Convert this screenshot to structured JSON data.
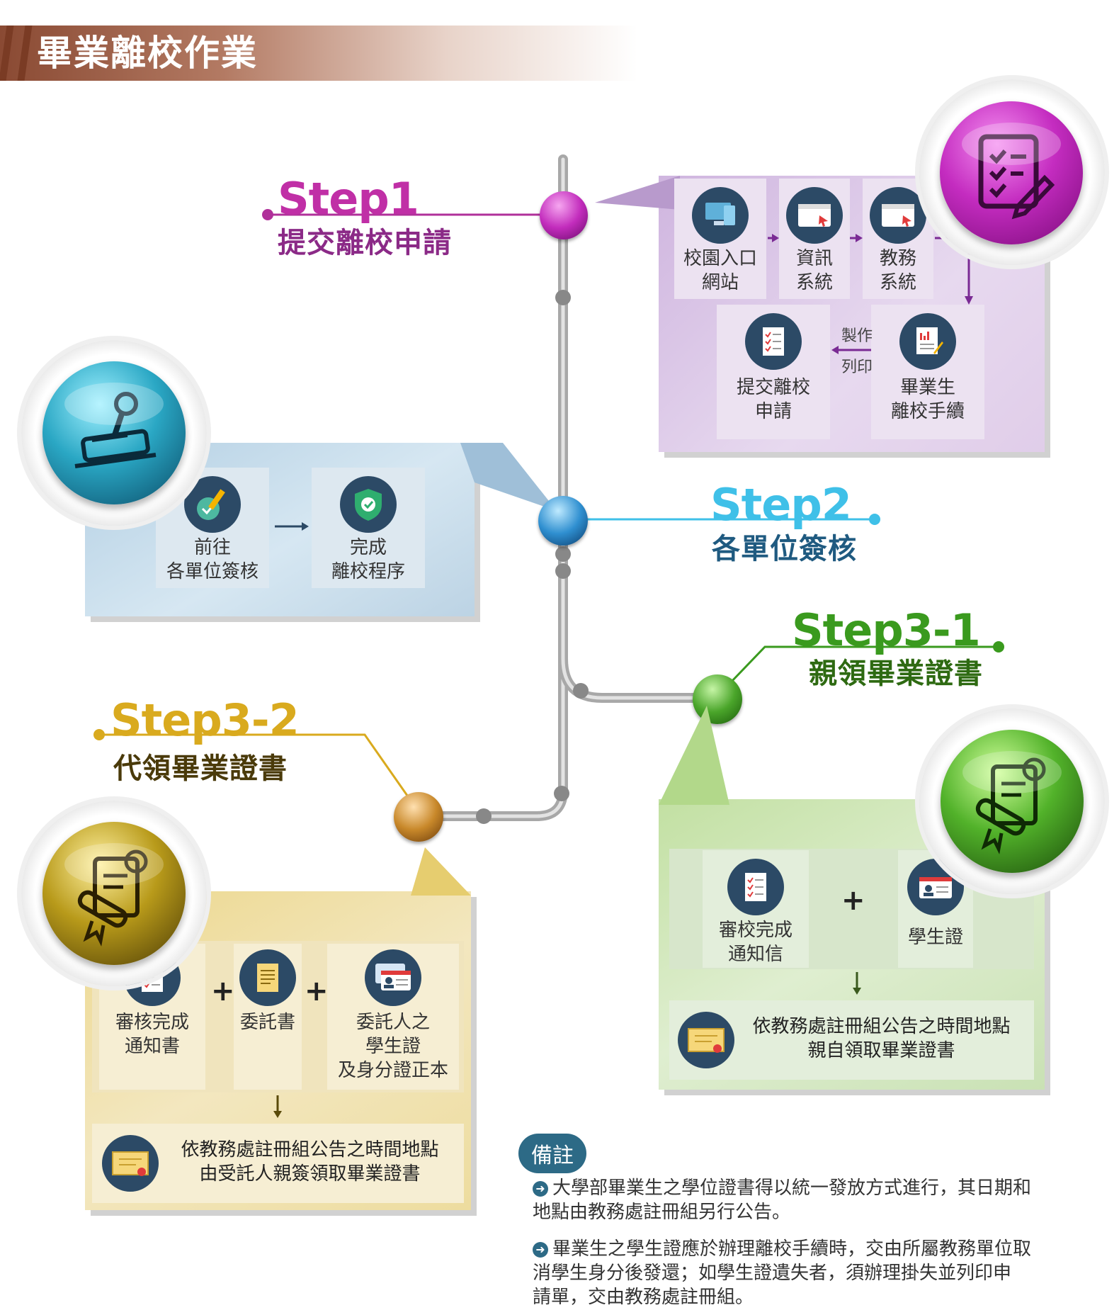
{
  "page_title": "畢業離校作業",
  "step1": {
    "label": "Step1",
    "subtitle": "提交離校申請",
    "cards": {
      "portal": "校園入口\n網站",
      "info_sys": "資訊\n系統",
      "academic_sys": "教務\n系統",
      "grad_proc": "畢業生\n離校手續",
      "submit": "提交離校\n申請"
    },
    "arrow_label_top": "製作",
    "arrow_label_bottom": "列印"
  },
  "step2": {
    "label": "Step2",
    "subtitle": "各單位簽核",
    "cards": {
      "go": "前往\n各單位簽核",
      "done": "完成\n離校程序"
    }
  },
  "step3_1": {
    "label": "Step3-1",
    "subtitle": "親領畢業證書",
    "cards": {
      "notice": "審校完成\n通知信",
      "student_id": "學生證",
      "result": "依教務處註冊組公告之時間地點\n親自領取畢業證書"
    },
    "plus": "+"
  },
  "step3_2": {
    "label": "Step3-2",
    "subtitle": "代領畢業證書",
    "cards": {
      "notice": "審核完成\n通知書",
      "proxy": "委託書",
      "ids": "委託人之\n學生證\n及身分證正本",
      "result": "依教務處註冊組公告之時間地點\n由受託人親簽領取畢業證書"
    },
    "plus": "+"
  },
  "notes": {
    "badge": "備註",
    "items": [
      "大學部畢業生之學位證書得以統一發放方式進行，其日期和\n地點由教務處註冊組另行公告。",
      "畢業生之學生證應於辦理離校手續時，交由所屬教務單位取\n消學生身分後發還；如學生證遺失者，須辦理掛失並列印申\n請單，交由教務處註冊組。"
    ]
  },
  "colors": {
    "step1": "#b0309a",
    "step2": "#3fc0e8",
    "step3_1": "#3a9a1e",
    "step3_2": "#d9aa1e",
    "icon_bg": "#2c4a66",
    "timeline": "#a8a8a8"
  }
}
